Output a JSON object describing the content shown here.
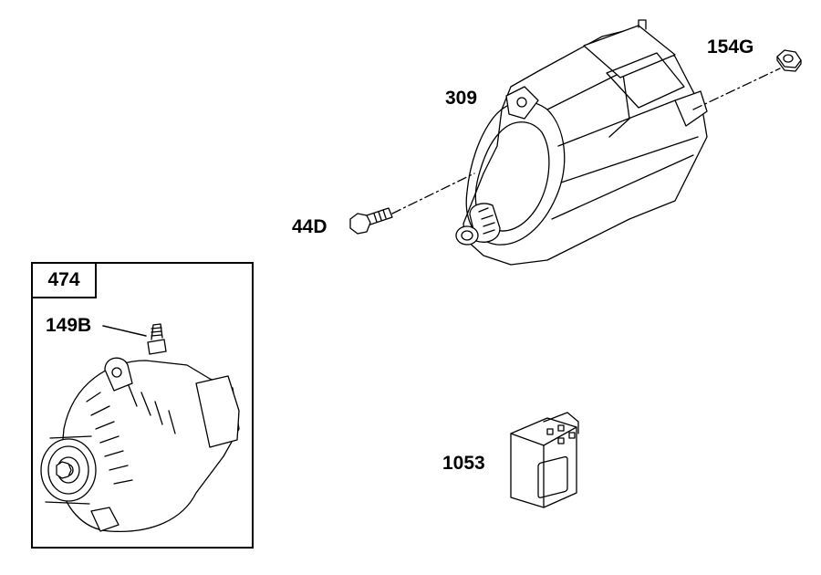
{
  "labels": {
    "starter": "309",
    "nut": "154G",
    "bolt": "44D",
    "relay": "1053",
    "alternator_group": "474",
    "alternator_stud": "149B"
  }
}
